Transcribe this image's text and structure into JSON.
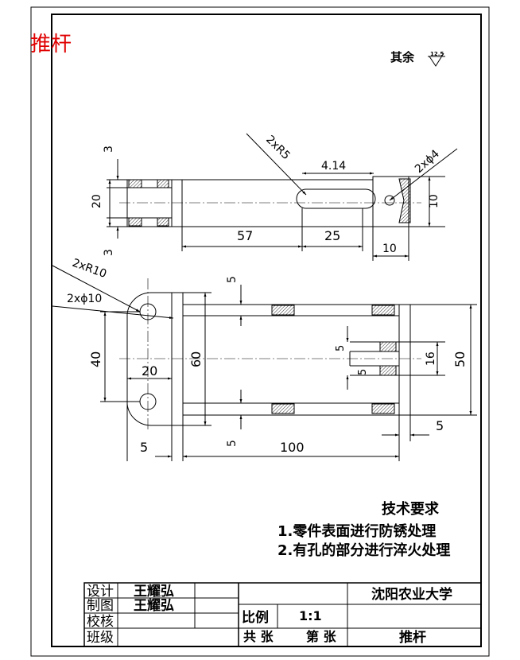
{
  "title_corner": "推杆",
  "roughness_note": {
    "label": "其余",
    "value": "12.5"
  },
  "top_view": {
    "dims": {
      "wall_top": "3",
      "wall_bottom": "3",
      "height": "20",
      "slot_radius": "2xR5",
      "slot_offset": "4.14",
      "hole_dia": "2xϕ4",
      "end_height": "10",
      "len_57": "57",
      "len_25": "25",
      "len_10": "10"
    }
  },
  "front_view": {
    "dims": {
      "radius": "2xR10",
      "hole_dia": "2xϕ10",
      "gap_top": "5",
      "gap_bottom": "5",
      "hole_span": "40",
      "end_width": "20",
      "height_60": "60",
      "slot_5a": "5",
      "slot_5b": "5",
      "height_16": "16",
      "height_50": "50",
      "offset_left": "5",
      "length_100": "100",
      "offset_right": "5"
    }
  },
  "tech_requirements": {
    "heading": "技术要求",
    "items": [
      "1.零件表面进行防锈处理",
      "2.有孔的部分进行淬火处理"
    ]
  },
  "title_block": {
    "design_label": "设计",
    "design_name": "王耀弘",
    "draw_label": "制图",
    "draw_name": "王耀弘",
    "check_label": "校核",
    "class_label": "班级",
    "school": "沈阳农业大学",
    "scale_label": "比例",
    "scale_value": "1:1",
    "sheets": "共 张",
    "sheet_no": "第 张",
    "part_name": "推杆"
  }
}
